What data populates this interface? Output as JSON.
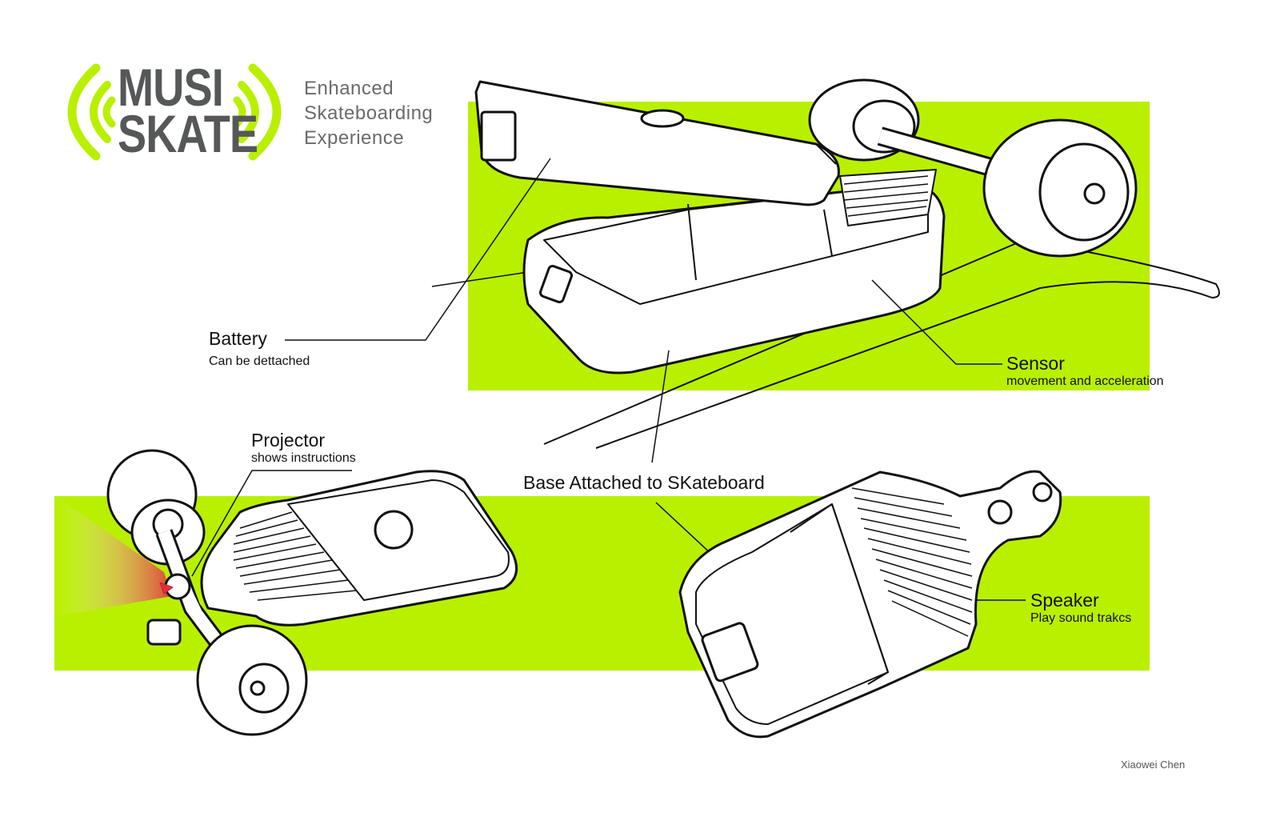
{
  "brand": {
    "logo_line1": "MUSI",
    "logo_line2": "SKATE",
    "tagline": [
      "Enhanced",
      "Skateboarding",
      "Experience"
    ],
    "accent_color": "#b9f000",
    "logo_text_color": "#555759"
  },
  "callouts": {
    "battery": {
      "title": "Battery",
      "subtitle": "Can be dettached"
    },
    "sensor": {
      "title": "Sensor",
      "subtitle": "movement and acceleration"
    },
    "projector": {
      "title": "Projector",
      "subtitle": "shows instructions"
    },
    "base": {
      "title": "Base Attached to SKateboard"
    },
    "speaker": {
      "title": "Speaker",
      "subtitle": "Play sound trakcs"
    }
  },
  "credit": "Xiaowei Chen"
}
